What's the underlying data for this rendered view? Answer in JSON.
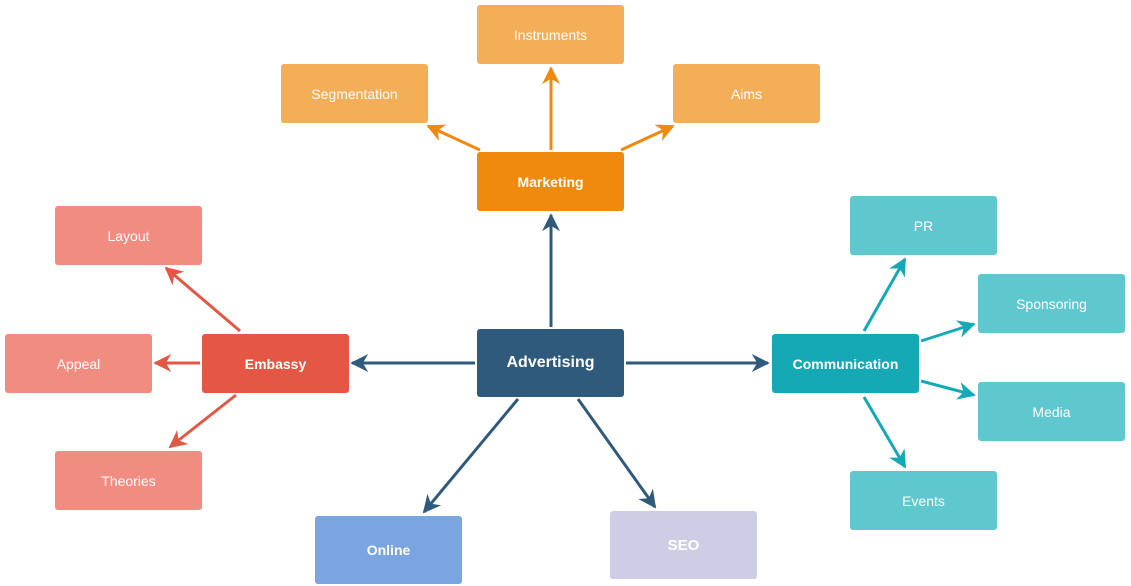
{
  "colors": {
    "root": "#2f5a7c",
    "marketing": "#ef8a0e",
    "marketing_child": "#f4ae58",
    "embassy": "#e55745",
    "embassy_child": "#f08d80",
    "communication": "#15a9b6",
    "communication_child": "#5fc8cf",
    "online": "#7aa5e0",
    "seo": "#cfcde6"
  },
  "nodes": {
    "advertising": "Advertising",
    "marketing": "Marketing",
    "instruments": "Instruments",
    "segmentation": "Segmentation",
    "aims": "Aims",
    "embassy": "Embassy",
    "layout": "Layout",
    "appeal": "Appeal",
    "theories": "Theories",
    "communication": "Communication",
    "pr": "PR",
    "sponsoring": "Sponsoring",
    "media": "Media",
    "events": "Events",
    "online": "Online",
    "seo": "SEO"
  }
}
